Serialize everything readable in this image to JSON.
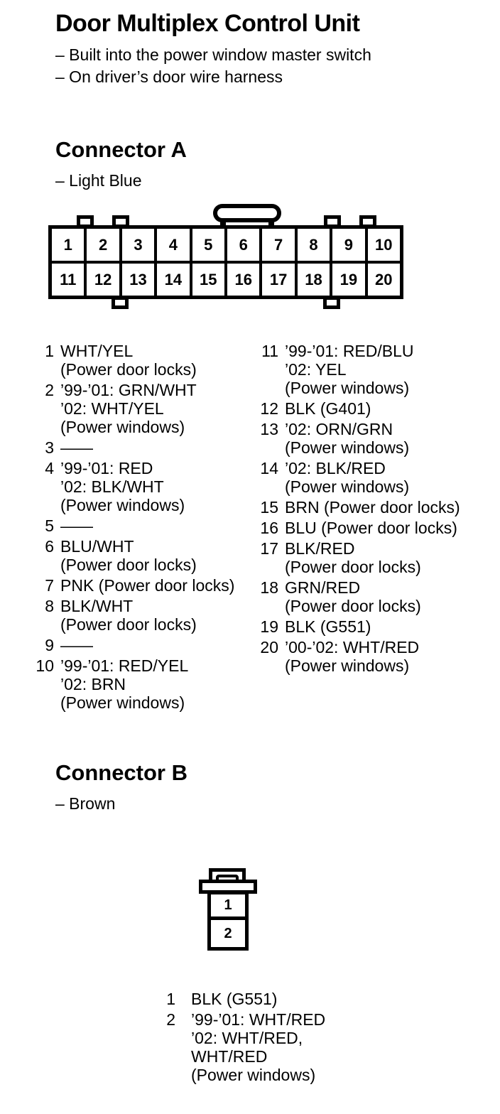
{
  "colors": {
    "ink": "#000000",
    "paper": "#ffffff"
  },
  "header": {
    "title": "Door Multiplex Control Unit",
    "bullets": [
      "– Built into the power window master switch",
      "– On driver’s door wire harness"
    ]
  },
  "connector_a": {
    "heading": "Connector A",
    "color_note": "– Light Blue",
    "row1": [
      "1",
      "2",
      "3",
      "4",
      "5",
      "6",
      "7",
      "8",
      "9",
      "10"
    ],
    "row2": [
      "11",
      "12",
      "13",
      "14",
      "15",
      "16",
      "17",
      "18",
      "19",
      "20"
    ],
    "pins_left": [
      {
        "num": "1",
        "lines": [
          "WHT/YEL",
          "(Power door locks)"
        ]
      },
      {
        "num": "2",
        "lines": [
          "’99-’01: GRN/WHT",
          "’02: WHT/YEL",
          "(Power windows)"
        ]
      },
      {
        "num": "3",
        "lines": [
          "——"
        ]
      },
      {
        "num": "4",
        "lines": [
          "’99-’01: RED",
          "’02: BLK/WHT",
          "(Power windows)"
        ]
      },
      {
        "num": "5",
        "lines": [
          "——"
        ]
      },
      {
        "num": "6",
        "lines": [
          "BLU/WHT",
          "(Power door locks)"
        ]
      },
      {
        "num": "7",
        "lines": [
          "PNK (Power door locks)"
        ]
      },
      {
        "num": "8",
        "lines": [
          "BLK/WHT",
          "(Power door locks)"
        ]
      },
      {
        "num": "9",
        "lines": [
          "——"
        ]
      },
      {
        "num": "10",
        "lines": [
          "’99-’01: RED/YEL",
          "’02: BRN",
          "(Power windows)"
        ]
      }
    ],
    "pins_right": [
      {
        "num": "11",
        "lines": [
          "’99-’01: RED/BLU",
          "’02: YEL",
          "(Power windows)"
        ]
      },
      {
        "num": "12",
        "lines": [
          "BLK (G401)"
        ]
      },
      {
        "num": "13",
        "lines": [
          "’02: ORN/GRN",
          "(Power windows)"
        ]
      },
      {
        "num": "14",
        "lines": [
          "’02: BLK/RED",
          "(Power windows)"
        ]
      },
      {
        "num": "15",
        "lines": [
          "BRN (Power door locks)"
        ]
      },
      {
        "num": "16",
        "lines": [
          "BLU (Power door locks)"
        ]
      },
      {
        "num": "17",
        "lines": [
          "BLK/RED",
          "(Power door locks)"
        ]
      },
      {
        "num": "18",
        "lines": [
          "GRN/RED",
          "(Power door locks)"
        ]
      },
      {
        "num": "19",
        "lines": [
          "BLK (G551)"
        ]
      },
      {
        "num": "20",
        "lines": [
          "’00-’02: WHT/RED",
          "(Power windows)"
        ]
      }
    ]
  },
  "connector_b": {
    "heading": "Connector B",
    "color_note": "– Brown",
    "cells": [
      "1",
      "2"
    ],
    "pins": [
      {
        "num": "1",
        "lines": [
          "BLK (G551)"
        ]
      },
      {
        "num": "2",
        "lines": [
          "’99-’01: WHT/RED",
          "’02: WHT/RED,",
          "WHT/RED",
          "(Power windows)"
        ]
      }
    ]
  }
}
